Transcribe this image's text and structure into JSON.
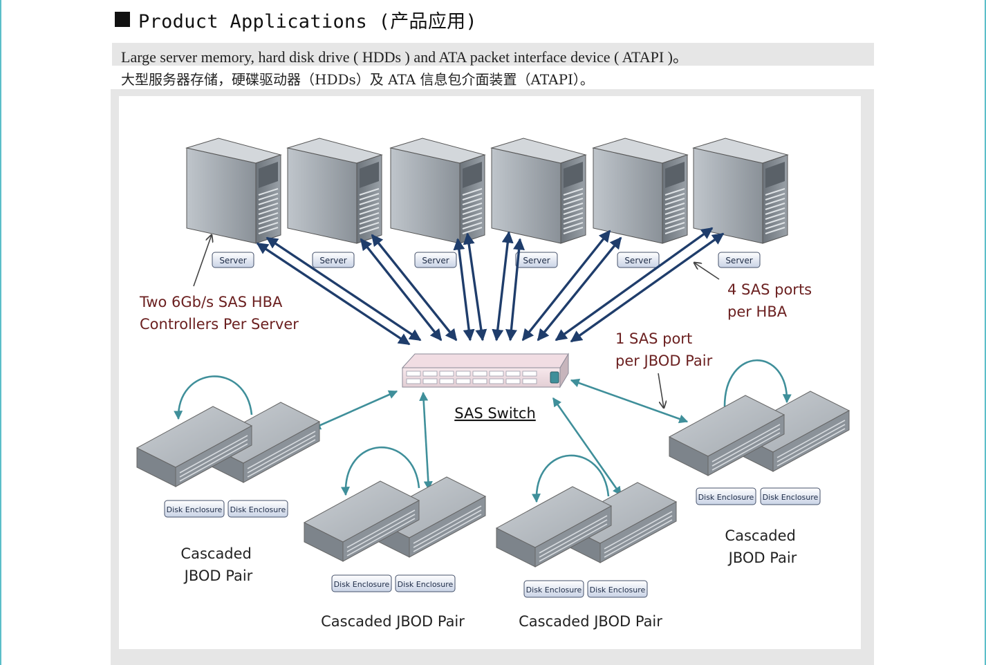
{
  "header": {
    "section_title": "Product Applications (产品应用)",
    "description_en": "Large server memory, hard disk drive ( HDDs ) and ATA packet interface device ( ATAPI )。",
    "description_zh": "大型服务器存储，硬碟驱动器（HDDs）及 ATA 信息包介面装置（ATAPI）。"
  },
  "diagram": {
    "servers": [
      {
        "label": "Server"
      },
      {
        "label": "Server"
      },
      {
        "label": "Server"
      },
      {
        "label": "Server"
      },
      {
        "label": "Server"
      },
      {
        "label": "Server"
      }
    ],
    "switch_label": "SAS Switch",
    "annotations": {
      "hba_controllers": [
        "Two 6Gb/s SAS HBA",
        "Controllers Per Server"
      ],
      "sas_ports_per_hba": [
        "4 SAS ports",
        "per HBA"
      ],
      "sas_port_per_jbod": [
        "1 SAS port",
        "per JBOD Pair"
      ]
    },
    "jbod_pairs": [
      {
        "enclosures": [
          "Disk Enclosure",
          "Disk Enclosure"
        ],
        "label_lines": [
          "Cascaded",
          "JBOD Pair"
        ]
      },
      {
        "enclosures": [
          "Disk Enclosure",
          "Disk Enclosure"
        ],
        "label_lines": [
          "Cascaded JBOD Pair"
        ]
      },
      {
        "enclosures": [
          "Disk Enclosure",
          "Disk Enclosure"
        ],
        "label_lines": [
          "Cascaded JBOD Pair"
        ]
      },
      {
        "enclosures": [
          "Disk Enclosure",
          "Disk Enclosure"
        ],
        "label_lines": [
          "Cascaded",
          "JBOD Pair"
        ]
      }
    ],
    "colors": {
      "server_link": "#1f3d6b",
      "jbod_link": "#3f8f9a",
      "annotation_text": "#6b2020",
      "server_body": "#8e969e",
      "enclosure_body": "#9aa1a8"
    }
  }
}
